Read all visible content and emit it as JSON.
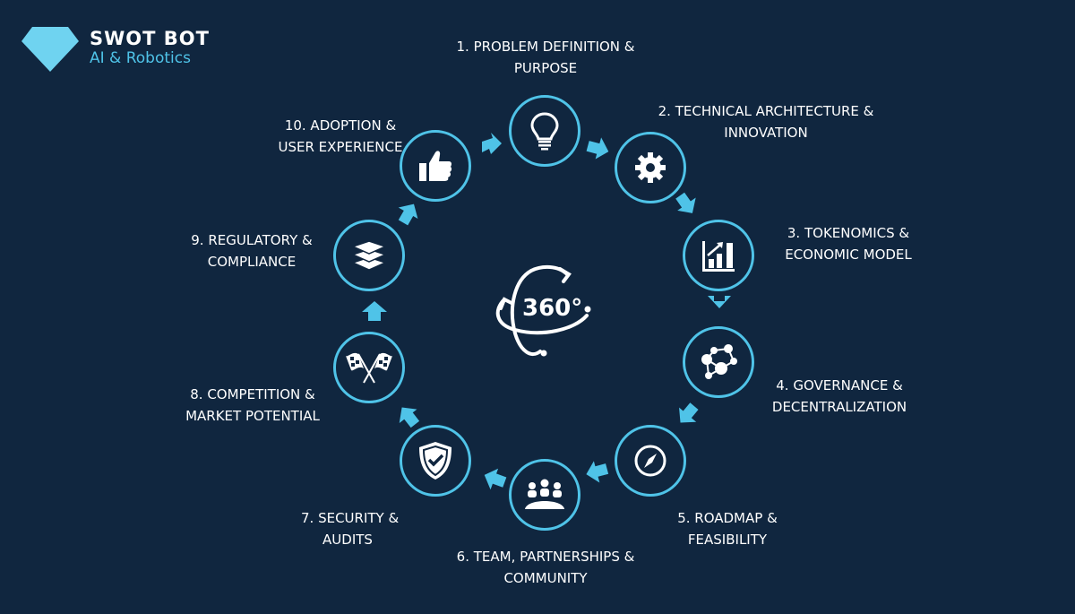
{
  "brand": {
    "title": "SWOT BOT",
    "subtitle": "AI & Robotics",
    "logo_icon": "diamond-icon",
    "accent_color": "#4fc3e8",
    "background_color": "#10263f"
  },
  "center": {
    "icon": "360-rotation-icon",
    "text": "360°"
  },
  "steps": [
    {
      "number": 1,
      "line1": "1. PROBLEM DEFINITION &",
      "line2": "PURPOSE",
      "icon": "lightbulb-icon"
    },
    {
      "number": 2,
      "line1": "2. TECHNICAL ARCHITECTURE &",
      "line2": "INNOVATION",
      "icon": "gear-icon"
    },
    {
      "number": 3,
      "line1": "3. TOKENOMICS &",
      "line2": "ECONOMIC MODEL",
      "icon": "growth-chart-icon"
    },
    {
      "number": 4,
      "line1": "4. GOVERNANCE &",
      "line2": "DECENTRALIZATION",
      "icon": "network-people-icon"
    },
    {
      "number": 5,
      "line1": "5. ROADMAP &",
      "line2": "FEASIBILITY",
      "icon": "compass-icon"
    },
    {
      "number": 6,
      "line1": "6. TEAM, PARTNERSHIPS &",
      "line2": "COMMUNITY",
      "icon": "team-meeting-icon"
    },
    {
      "number": 7,
      "line1": "7. SECURITY &",
      "line2": "AUDITS",
      "icon": "shield-check-icon"
    },
    {
      "number": 8,
      "line1": "8. COMPETITION &",
      "line2": "MARKET POTENTIAL",
      "icon": "racing-flags-icon"
    },
    {
      "number": 9,
      "line1": "9. REGULATORY &",
      "line2": "COMPLIANCE",
      "icon": "books-icon"
    },
    {
      "number": 10,
      "line1": "10. ADOPTION &",
      "line2": "USER EXPERIENCE",
      "icon": "thumbs-up-icon"
    }
  ]
}
